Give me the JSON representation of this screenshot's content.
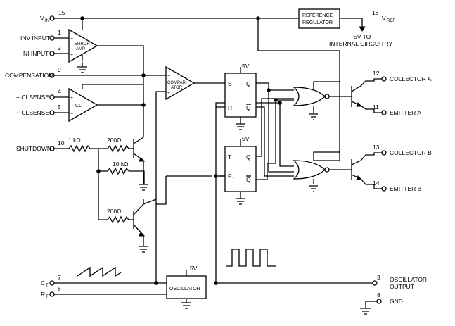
{
  "pins": [
    {
      "num": "15",
      "label": "V",
      "sub": "IN"
    },
    {
      "num": "1",
      "label": "INV INPUT"
    },
    {
      "num": "2",
      "label": "NI INPUT"
    },
    {
      "num": "9",
      "label": "COMPENSATION"
    },
    {
      "num": "4",
      "label": "+ CLSENSE"
    },
    {
      "num": "5",
      "label": "− CLSENSE"
    },
    {
      "num": "10",
      "label": "SHUTDOWN"
    },
    {
      "num": "7",
      "label": "C",
      "sub": "T"
    },
    {
      "num": "6",
      "label": "R",
      "sub": "T"
    },
    {
      "num": "16",
      "label": "V",
      "sub": "REF"
    },
    {
      "num": "12",
      "label": "COLLECTOR A"
    },
    {
      "num": "11",
      "label": "EMITTER A"
    },
    {
      "num": "13",
      "label": "COLLECTOR B"
    },
    {
      "num": "14",
      "label": "EMITTER B"
    },
    {
      "num": "3",
      "label": "OSCILLATOR",
      "label2": "OUTPUT"
    },
    {
      "num": "8",
      "label": "GND"
    }
  ],
  "blocks": {
    "error_amp": {
      "l1": "ERROR",
      "l2": "AMP"
    },
    "cl": "CL",
    "comparator": {
      "l1": "COMPAR-",
      "l2": "ATOR"
    },
    "reference": {
      "l1": "REFERENCE",
      "l2": "REGULATOR"
    },
    "oscillator": "OSCILLATOR",
    "ff1": {
      "s": "S",
      "r": "R",
      "q": "Q",
      "qbar": "Q"
    },
    "ff2": {
      "t": "T",
      "pr": "P",
      "pr_sub": "r",
      "q": "Q",
      "qbar": "Q"
    }
  },
  "resistors": [
    "1 kΩ",
    "200Ω",
    "10 kΩ",
    "200Ω"
  ],
  "supply_labels": [
    "5V",
    "5V",
    "5V",
    "5V"
  ],
  "vref_note": {
    "l1": "5V TO",
    "l2": "INTERNAL CIRCUITRY"
  },
  "op_signs": {
    "minus": "−",
    "plus": "+"
  }
}
